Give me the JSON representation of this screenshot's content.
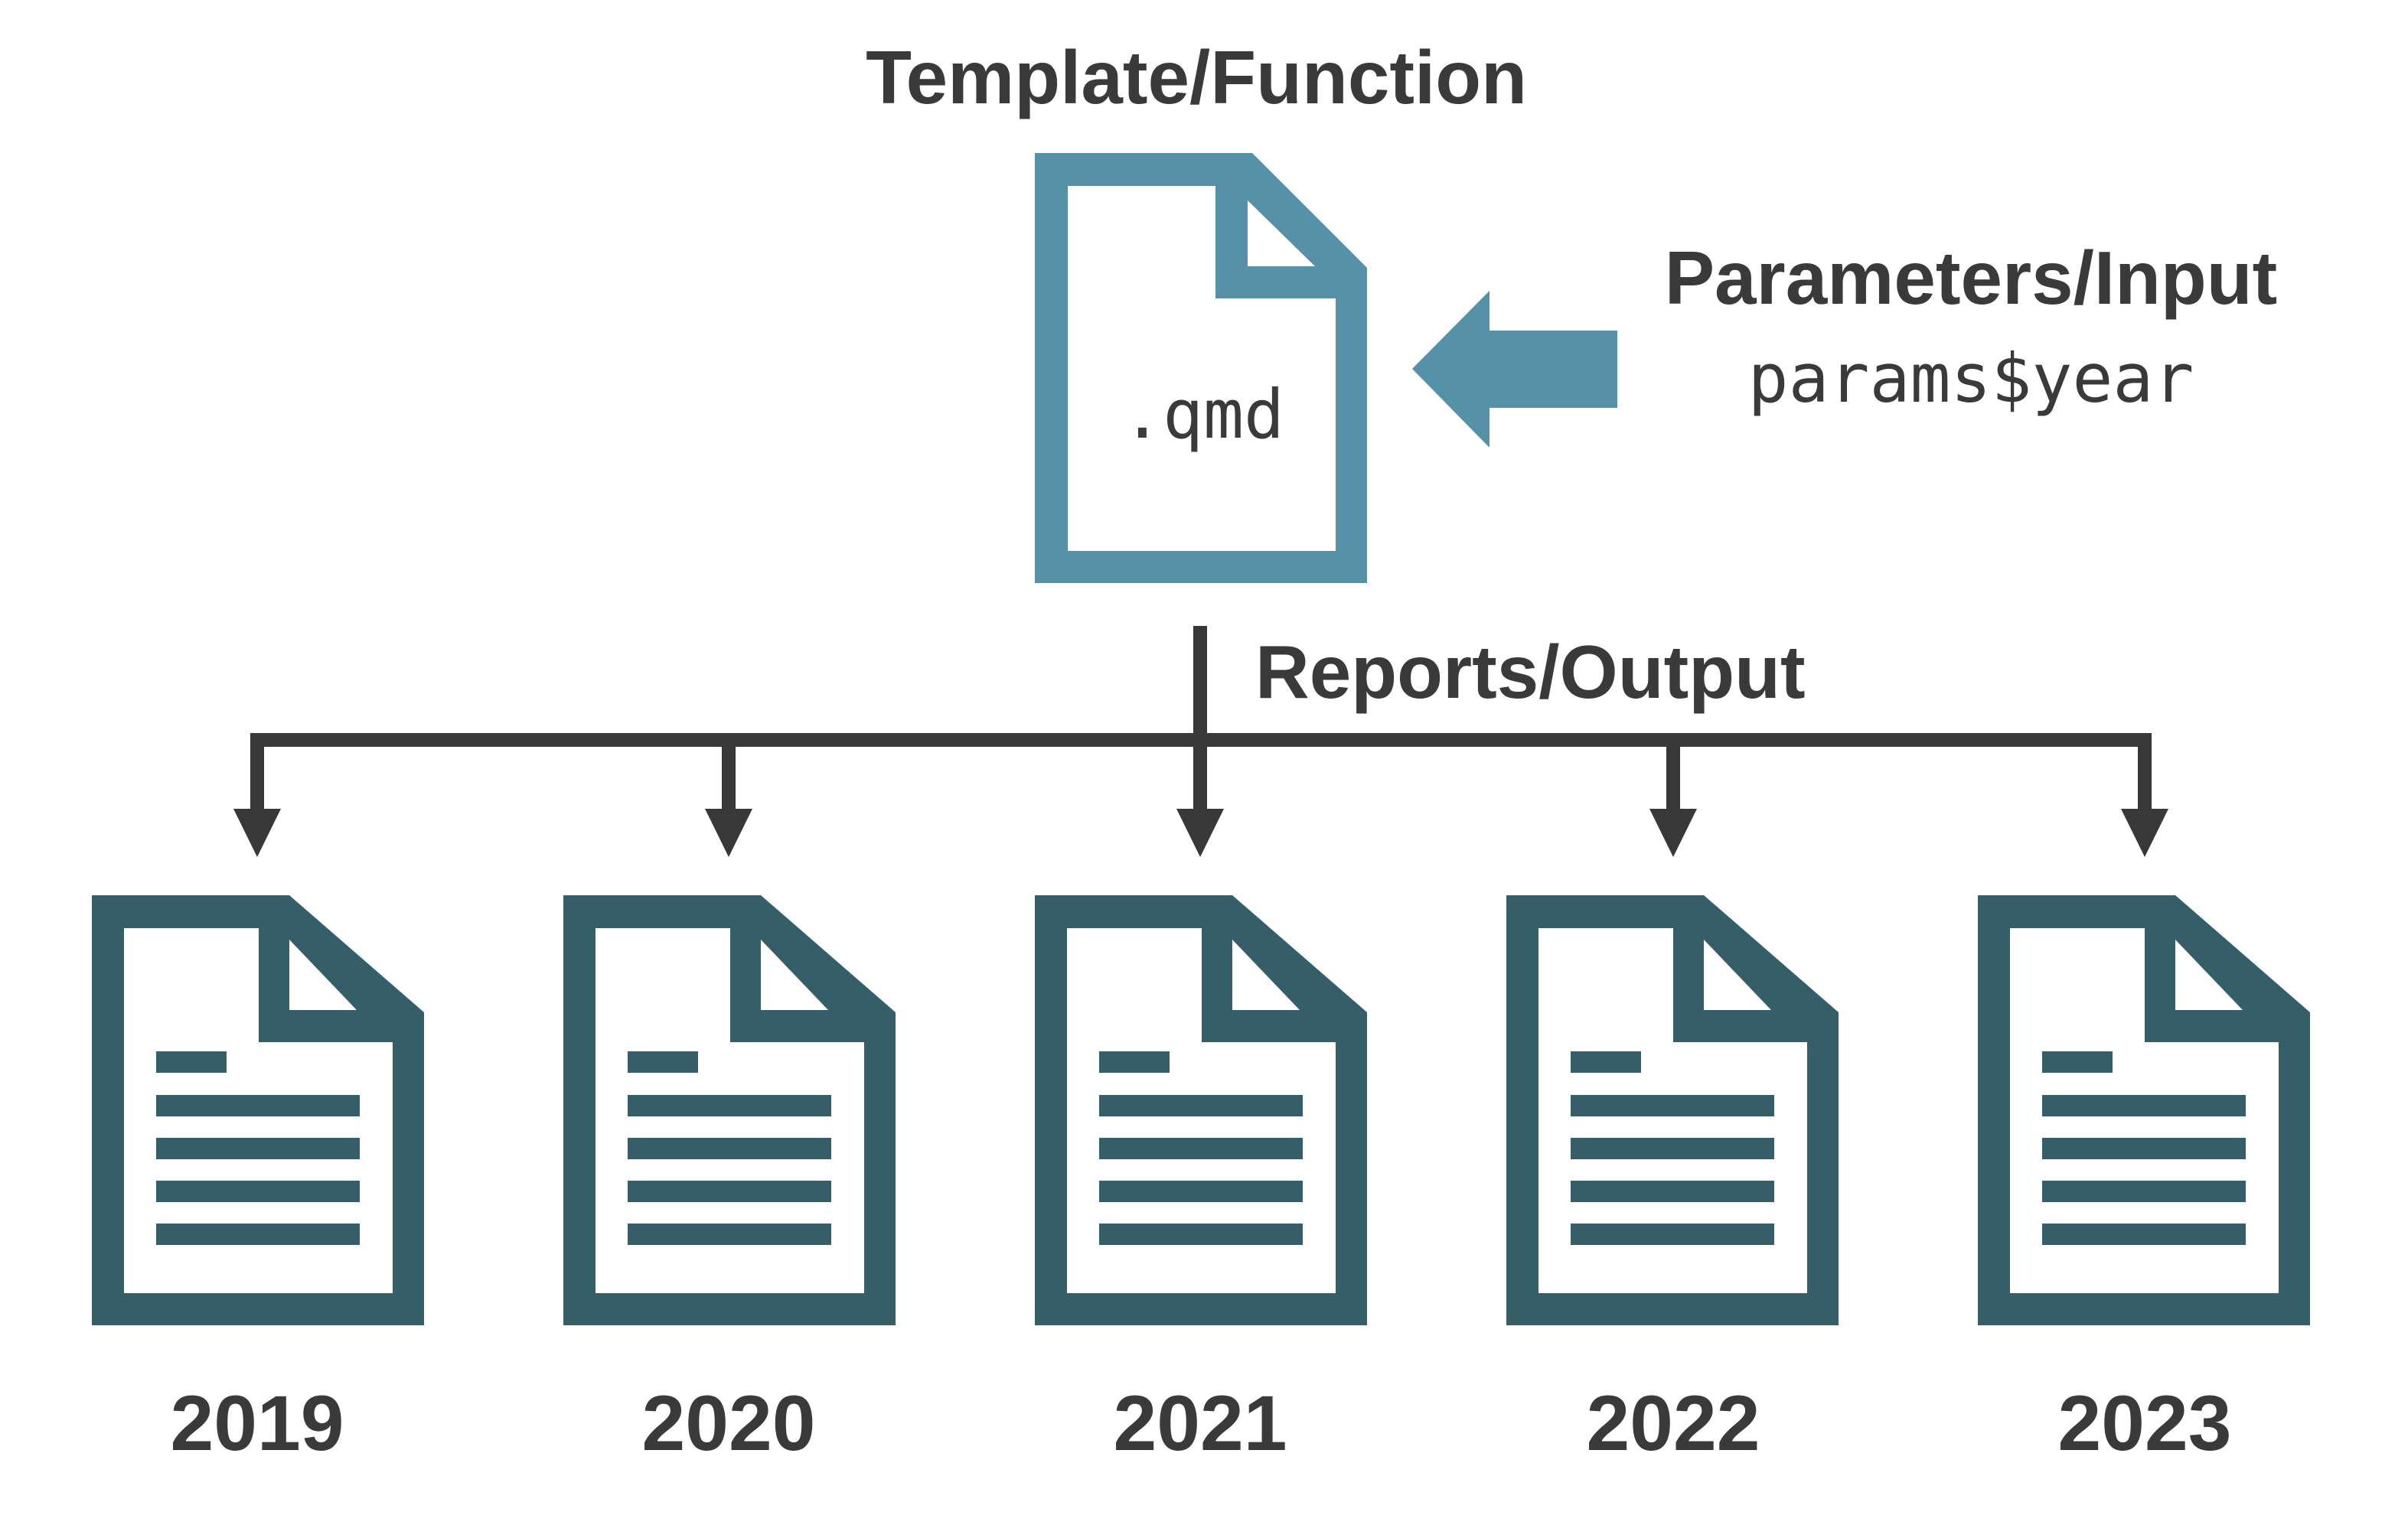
{
  "template": {
    "title": "Template/Function",
    "file_label": ".qmd",
    "color": "#5592A8"
  },
  "parameters": {
    "title": "Parameters/Input",
    "code": "params$year",
    "arrow_color": "#5592A8"
  },
  "reports": {
    "title": "Reports/Output",
    "color": "#365E69",
    "connector_color": "#383838",
    "items": [
      {
        "year": "2019"
      },
      {
        "year": "2020"
      },
      {
        "year": "2021"
      },
      {
        "year": "2022"
      },
      {
        "year": "2023"
      }
    ]
  }
}
